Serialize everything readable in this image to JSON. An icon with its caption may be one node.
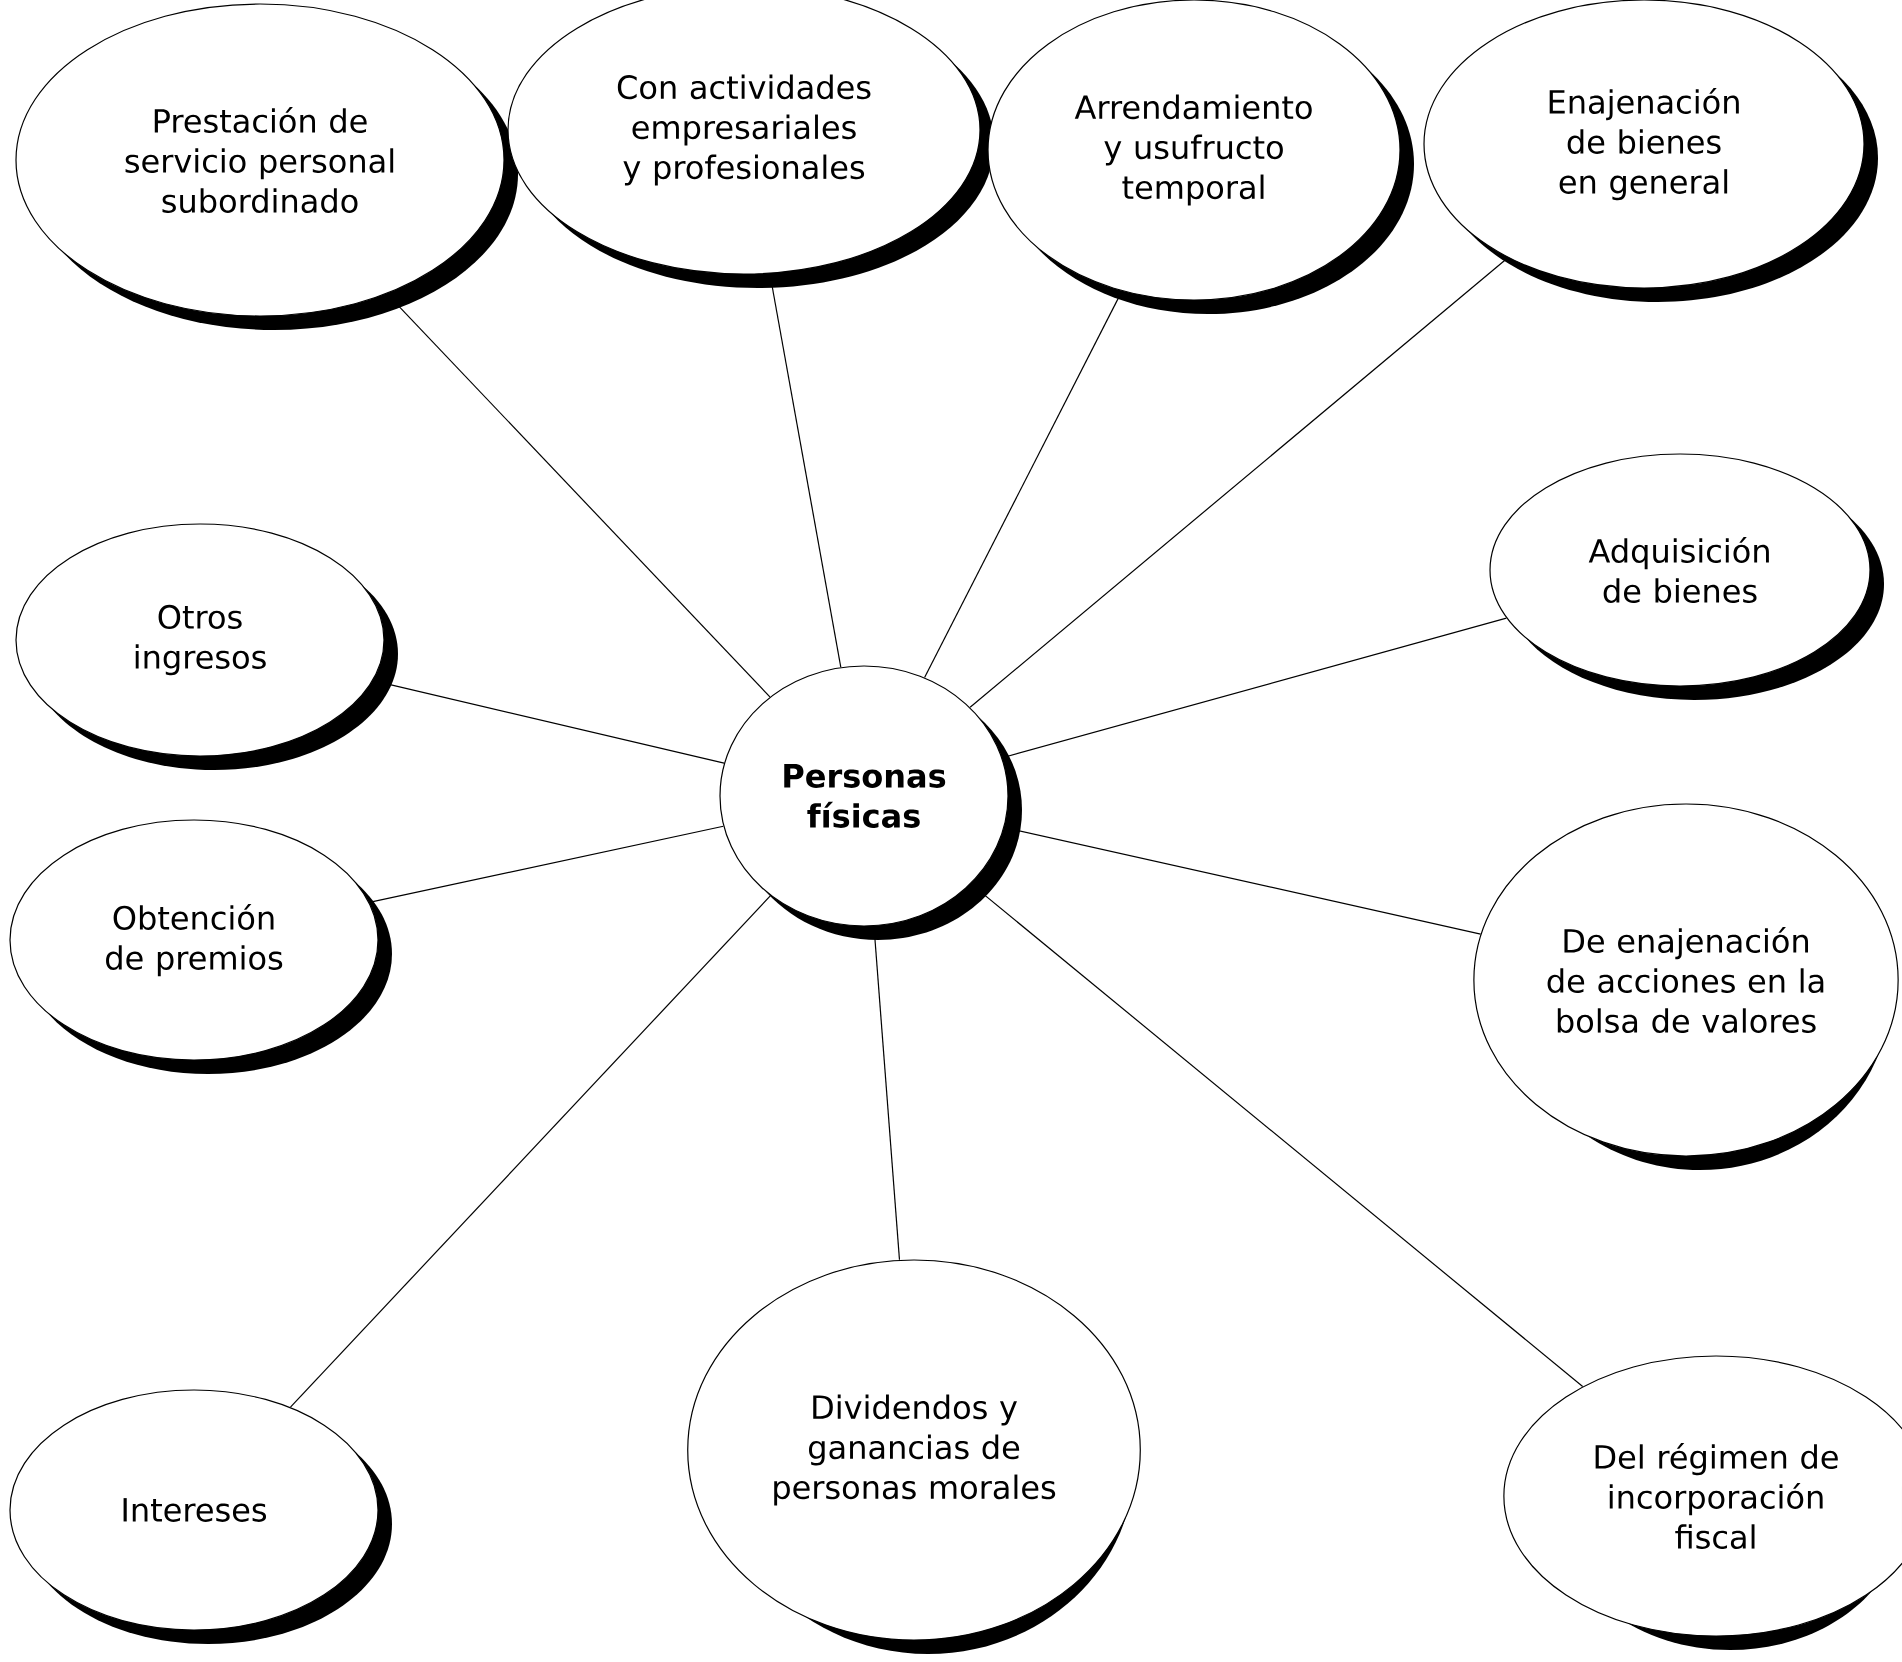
{
  "diagram": {
    "nodes": [
      {
        "text": [
          "Personas físicas"
        ]
      },
      {
        "text": [
          "Prestación de servicio personal subordinado"
        ]
      },
      {
        "text": [
          "Con actividades empresariales y profesionales"
        ]
      },
      {
        "text": [
          "Arrendamiento y usufructo temporal"
        ]
      },
      {
        "text": [
          "Enajenación de bienes en general"
        ]
      },
      {
        "text": [
          "Otros ingresos"
        ]
      },
      {
        "text": [
          "Adquisición de bienes"
        ]
      },
      {
        "text": [
          "Obtención de premios"
        ]
      },
      {
        "text": [
          "De enajenación de acciones en la bolsa de valores"
        ]
      },
      {
        "text": [
          "Intereses"
        ]
      },
      {
        "text": [
          "Dividendos y ganancias de personas morales"
        ]
      },
      {
        "text": [
          "Del régimen de incorporación fiscal"
        ]
      }
    ],
    "edges": [
      {
        "from": 0,
        "to": 1,
        "arrow": "none"
      },
      {
        "from": 0,
        "to": 2,
        "arrow": "none"
      },
      {
        "from": 0,
        "to": 3,
        "arrow": "none"
      },
      {
        "from": 0,
        "to": 4,
        "arrow": "none"
      },
      {
        "from": 0,
        "to": 5,
        "arrow": "none"
      },
      {
        "from": 0,
        "to": 6,
        "arrow": "none"
      },
      {
        "from": 0,
        "to": 7,
        "arrow": "none"
      },
      {
        "from": 0,
        "to": 8,
        "arrow": "none"
      },
      {
        "from": 0,
        "to": 9,
        "arrow": "none"
      },
      {
        "from": 0,
        "to": 10,
        "arrow": "none"
      },
      {
        "from": 0,
        "to": 11,
        "arrow": "none"
      }
    ]
  }
}
